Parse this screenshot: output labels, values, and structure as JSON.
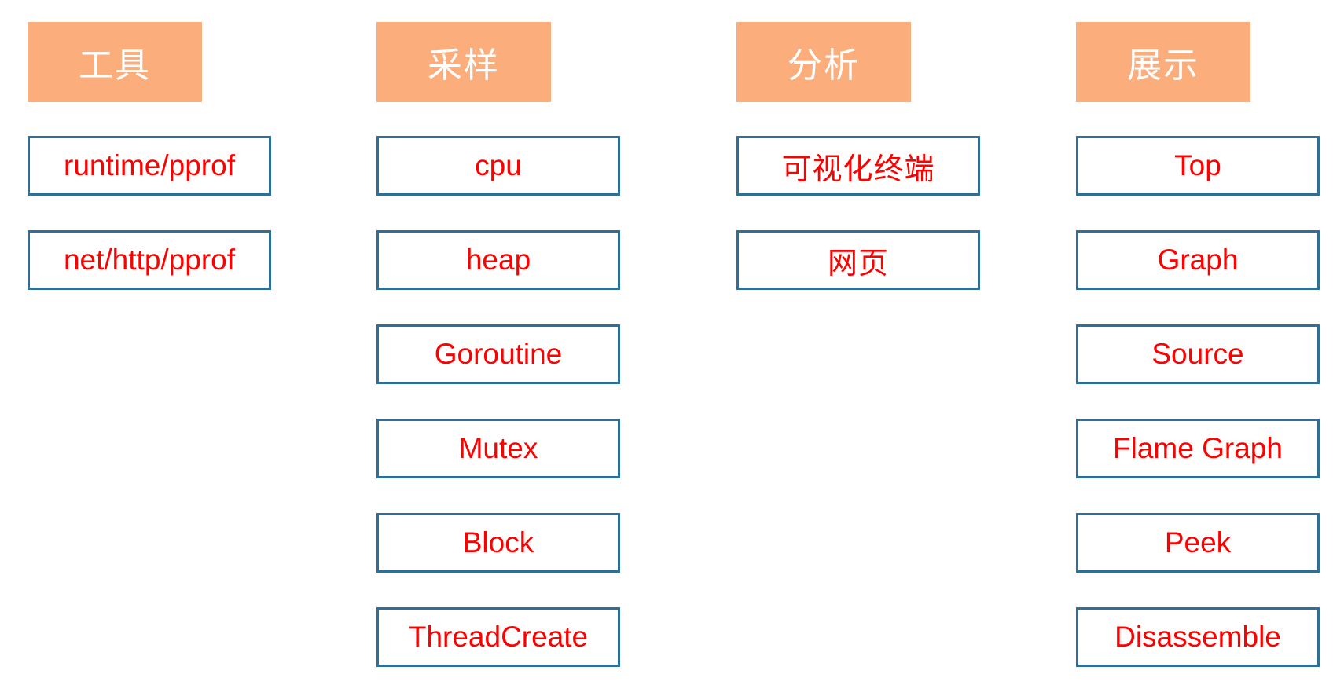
{
  "colors": {
    "header_bg": "#FBAD7B",
    "header_text": "#FFFFFF",
    "box_border": "#2E6F98",
    "box_text": "#FF0000",
    "canvas_bg": "#FFFFFF"
  },
  "columns": [
    {
      "header": "工具",
      "items": [
        "runtime/pprof",
        "net/http/pprof"
      ]
    },
    {
      "header": "采样",
      "items": [
        "cpu",
        "heap",
        "Goroutine",
        "Mutex",
        "Block",
        "ThreadCreate"
      ]
    },
    {
      "header": "分析",
      "items": [
        "可视化终端",
        "网页"
      ]
    },
    {
      "header": "展示",
      "items": [
        "Top",
        "Graph",
        "Source",
        "Flame Graph",
        "Peek",
        "Disassemble"
      ]
    }
  ]
}
